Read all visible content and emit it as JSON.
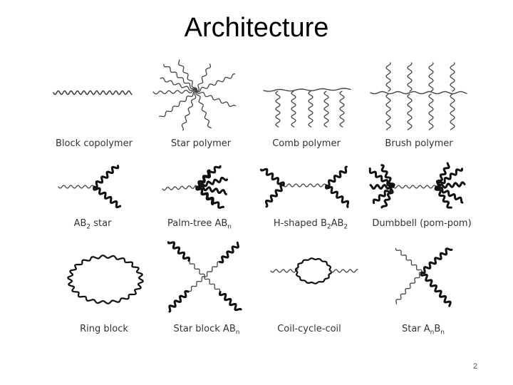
{
  "title": "Architecture",
  "page_number": "2",
  "labels": {
    "block_copolymer": "Block copolymer",
    "star_polymer": "Star polymer",
    "comb_polymer": "Comb polymer",
    "brush_polymer": "Brush polymer",
    "ab2_star_main": "AB",
    "ab2_star_sub": "2",
    "ab2_star_tail": " star",
    "palm_tree_main": "Palm-tree AB",
    "palm_tree_sub": "n",
    "h_shaped_pre": "H-shaped B",
    "h_shaped_sub1": "2",
    "h_shaped_mid": "AB",
    "h_shaped_sub2": "2",
    "dumbbell": "Dumbbell (pom-pom)",
    "ring_block": "Ring block",
    "star_block_main": "Star block AB",
    "star_block_sub": "n",
    "coil_cycle_coil": "Coil-cycle-coil",
    "star_anbn_a": "Star A",
    "star_anbn_sub1": "n",
    "star_anbn_b": "B",
    "star_anbn_sub2": "n"
  }
}
